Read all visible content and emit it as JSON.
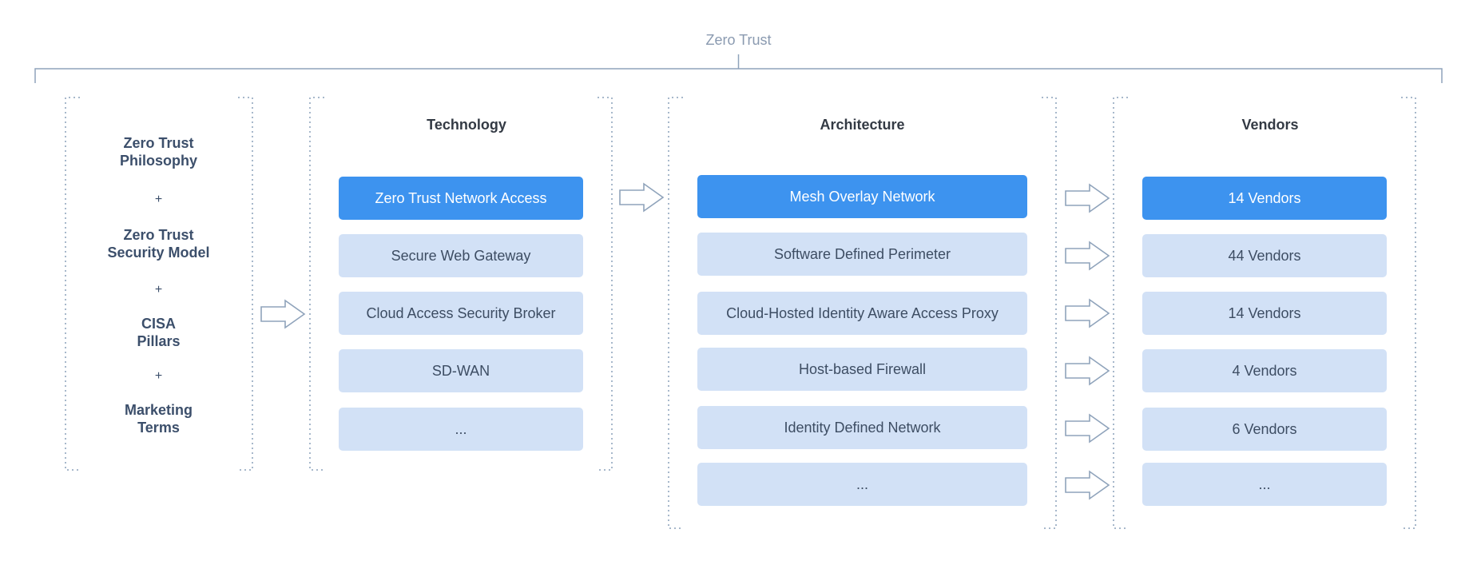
{
  "title": "Zero Trust",
  "philosophy": {
    "items": [
      "Zero Trust\nPhilosophy",
      "Zero Trust\nSecurity Model",
      "CISA\nPillars",
      "Marketing\nTerms"
    ],
    "separator": "+"
  },
  "technology": {
    "title": "Technology",
    "items": [
      "Zero Trust Network Access",
      "Secure Web Gateway",
      "Cloud Access Security Broker",
      "SD-WAN",
      "..."
    ]
  },
  "architecture": {
    "title": "Architecture",
    "items": [
      "Mesh Overlay Network",
      "Software Defined Perimeter",
      "Cloud-Hosted Identity Aware Access Proxy",
      "Host-based Firewall",
      "Identity Defined Network",
      "..."
    ]
  },
  "vendors": {
    "title": "Vendors",
    "items": [
      "14 Vendors",
      "44 Vendors",
      "14 Vendors",
      "4 Vendors",
      "6 Vendors",
      "..."
    ]
  },
  "colors": {
    "active": "#3d93ef",
    "inactive": "#d2e1f6",
    "outline": "#8fa3bb"
  },
  "icons": [
    "arrow-right-icon"
  ]
}
